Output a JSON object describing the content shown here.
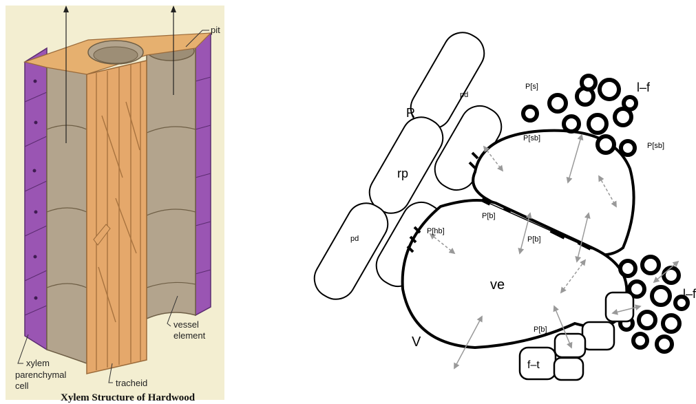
{
  "left_figure": {
    "caption": "Xylem Structure of Hardwood",
    "labels": {
      "pit": "pit",
      "vessel_element_line1": "vessel",
      "vessel_element_line2": "element",
      "xylem_line1": "xylem",
      "xylem_line2": "parenchymal",
      "xylem_line3": "cell",
      "tracheid": "tracheid"
    },
    "colors": {
      "background": "#f3eed1",
      "parenchyma": "#9a55b3",
      "tracheid": "#e5a86b",
      "vessel": "#b3a48d"
    }
  },
  "right_figure": {
    "labels": {
      "R": "R",
      "rp": "rp",
      "pd_top": "pd",
      "pd_left": "pd",
      "P_s": "P[s]",
      "lf_top": "l–f",
      "P_sb_top": "P[sb]",
      "P_sb_right": "P[sb]",
      "P_hb": "P[hb]",
      "P_b_1": "P[b]",
      "P_b_2": "P[b]",
      "P_b_3": "P[b]",
      "ve": "ve",
      "V": "V",
      "lf_right": "l–f",
      "ft": "f–t"
    },
    "colors": {
      "line": "#000000",
      "arrow": "#999999"
    }
  }
}
